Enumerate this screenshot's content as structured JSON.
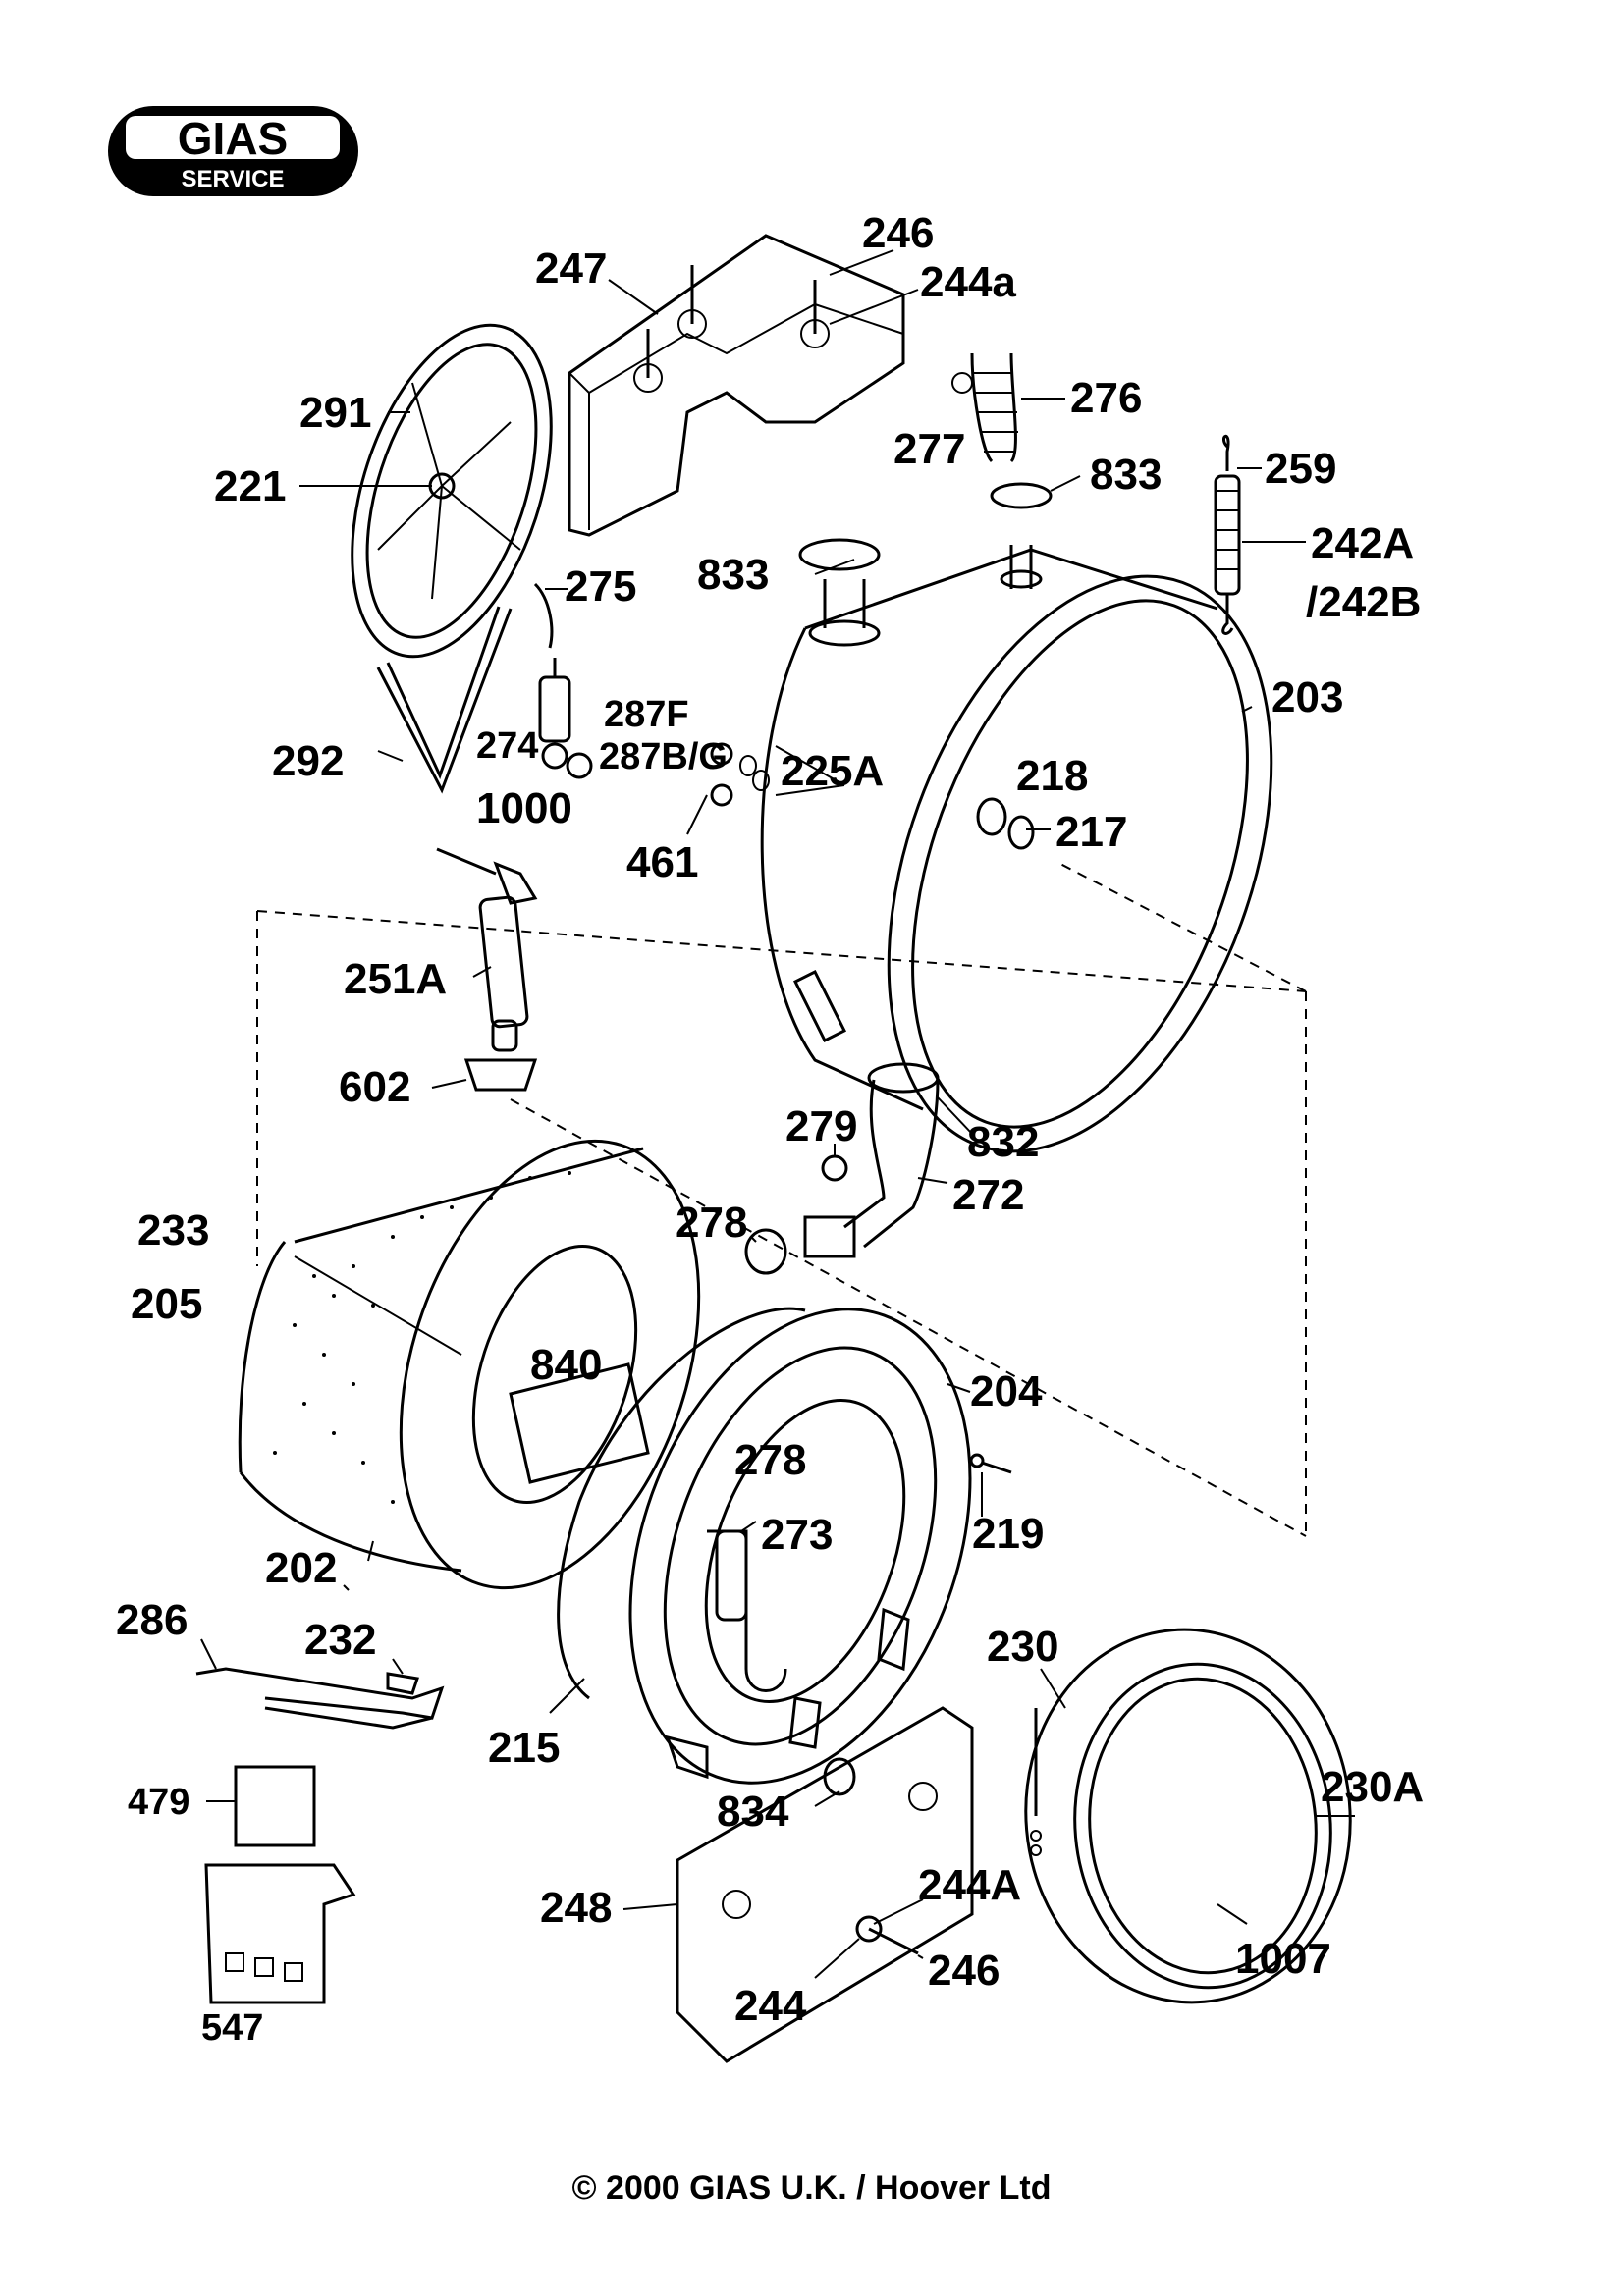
{
  "logo": {
    "brand": "GIAS",
    "subtitle": "SERVICE"
  },
  "labels": {
    "l247": "247",
    "l246_top": "246",
    "l244a": "244a",
    "l291": "291",
    "l221": "221",
    "l276": "276",
    "l277": "277",
    "l833_right": "833",
    "l259": "259",
    "l242A": "242A",
    "l242B": "/242B",
    "l833_left": "833",
    "l275": "275",
    "l203": "203",
    "l287F": "287F",
    "l287BG": "287B/G",
    "l225A": "225A",
    "l292": "292",
    "l274": "274",
    "l1000": "1000",
    "l218": "218",
    "l217": "217",
    "l461": "461",
    "l251A": "251A",
    "l602": "602",
    "l279": "279",
    "l832": "832",
    "l272": "272",
    "l233": "233",
    "l205": "205",
    "l278_top": "278",
    "l840": "840",
    "l204": "204",
    "l278_mid": "278",
    "l273": "273",
    "l219": "219",
    "l202": "202",
    "l286": "286",
    "l232": "232",
    "l230": "230",
    "l215": "215",
    "l479": "479",
    "l834": "834",
    "l230A": "230A",
    "l248": "248",
    "l244A": "244A",
    "l246_bot": "246",
    "l244": "244",
    "l1007": "1007",
    "l547": "547"
  },
  "copyright": "© 2000 GIAS U.K. / Hoover Ltd"
}
